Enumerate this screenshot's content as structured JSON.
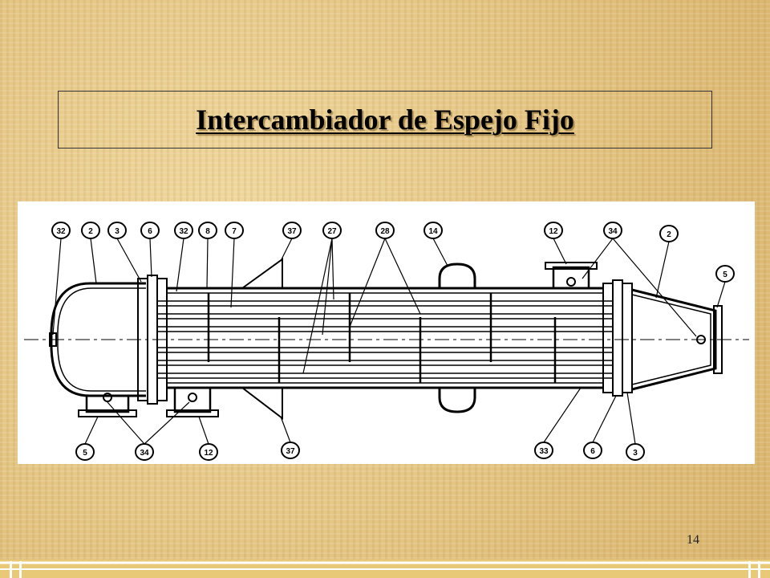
{
  "slide": {
    "title": "Intercambiador de Espejo Fijo",
    "page_number": "14"
  },
  "diagram": {
    "labels": {
      "top": [
        "32",
        "2",
        "3",
        "6",
        "32",
        "8",
        "7",
        "37",
        "27",
        "28",
        "14",
        "12",
        "34",
        "2",
        "5"
      ],
      "bottom": [
        "5",
        "34",
        "12",
        "37",
        "33",
        "6",
        "3"
      ]
    }
  },
  "colors": {
    "background": "#e6c98a",
    "ink": "#000000",
    "bar": "#e8c978"
  }
}
